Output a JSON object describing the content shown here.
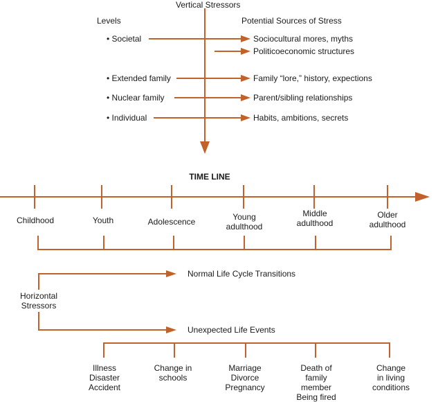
{
  "vertical_title": "Vertical Stressors",
  "levels_header": "Levels",
  "sources_header": "Potential Sources of Stress",
  "levels": [
    "• Societal",
    "• Extended family",
    "• Nuclear family",
    "• Individual"
  ],
  "sources": [
    "Sociocultural mores, myths",
    "Politicoeconomic structures",
    "Family “lore,” history, expections",
    "Parent/sibling relationships",
    "Habits, ambitions, secrets"
  ],
  "timeline_title": "TIME LINE",
  "stages": [
    "Childhood",
    "Youth",
    "Adolescence",
    "Young\nadulthood",
    "Middle\nadulthood",
    "Older\nadulthood"
  ],
  "horizontal_label": "Horizontal\nStressors",
  "normal_label": "Normal Life Cycle Transitions",
  "unexpected_label": "Unexpected Life Events",
  "events": [
    "Illness\nDisaster\nAccident",
    "Change in\nschools",
    "Marriage\nDivorce\nPregnancy",
    "Death of\nfamily\nmember\nBeing fired",
    "Change\nin living\nconditions"
  ],
  "colors": {
    "arrow": "#c0622a",
    "text": "#1a1a1a"
  }
}
